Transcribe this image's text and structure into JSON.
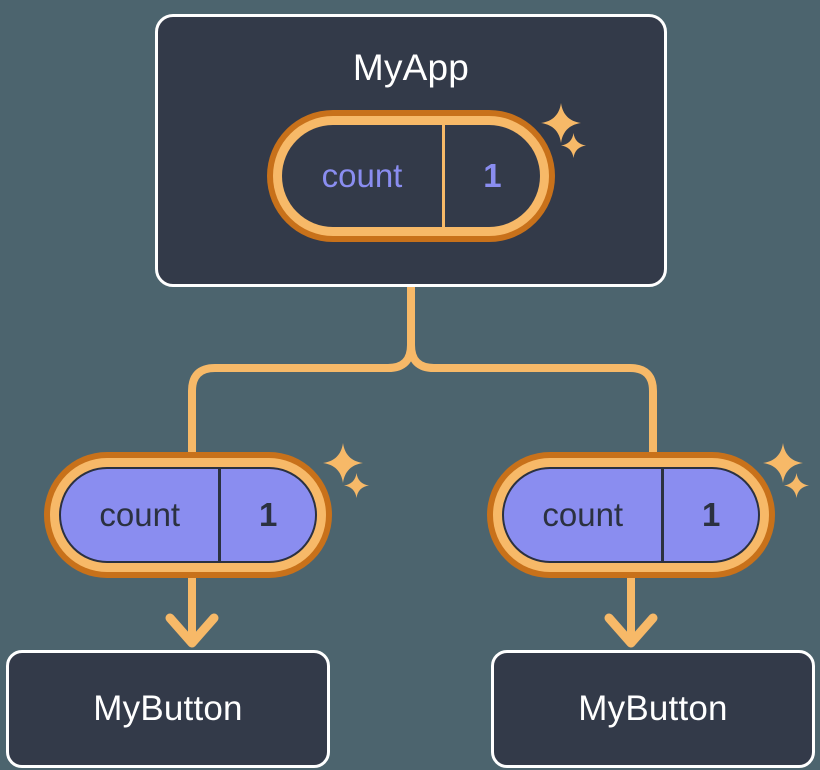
{
  "palette": {
    "background": "#4C646E",
    "card_fill": "#333A49",
    "card_border": "#FFFFFF",
    "pill_ring_outer": "#C8711A",
    "pill_ring_inner": "#F7B968",
    "pill_fill_purple": "#8A8DF0",
    "accent_orange": "#F7B968",
    "text_light": "#FFFFFF",
    "text_purple": "#8A8DF0",
    "text_dark": "#2B3140"
  },
  "diagram": {
    "type": "component-tree",
    "root": {
      "name": "myapp-card",
      "title": "MyApp",
      "state": {
        "key": "count",
        "value": "1",
        "sparkle": true,
        "style": "dark"
      }
    },
    "children": [
      {
        "name": "left-branch",
        "state": {
          "key": "count",
          "value": "1",
          "sparkle": true,
          "style": "purple"
        },
        "component": {
          "label": "MyButton"
        }
      },
      {
        "name": "right-branch",
        "state": {
          "key": "count",
          "value": "1",
          "sparkle": true,
          "style": "purple"
        },
        "component": {
          "label": "MyButton"
        }
      }
    ],
    "icons": {
      "sparkle": "sparkle-icon",
      "arrow_down": "arrow-down-icon",
      "branch": "branch-connector-icon"
    }
  }
}
